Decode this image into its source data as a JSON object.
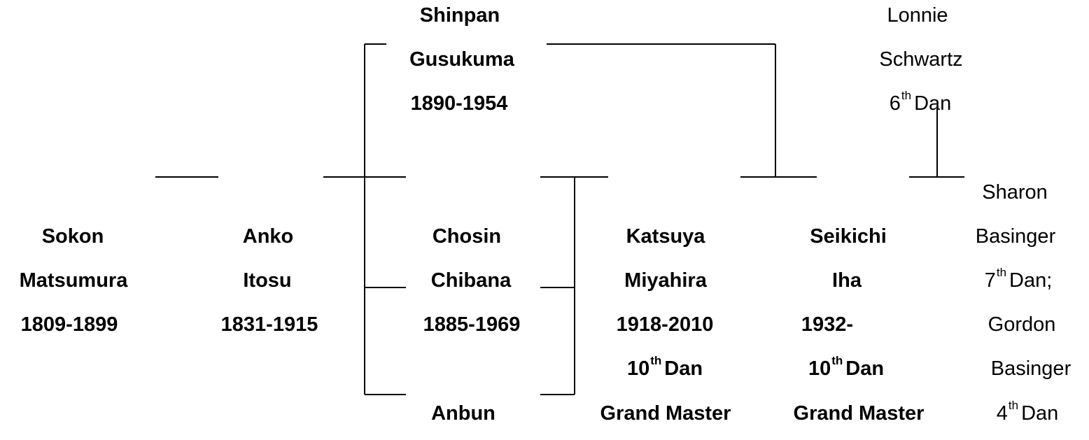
{
  "people": {
    "shinpan": {
      "first": "Shinpan",
      "last": "Gusukuma",
      "years": "1890-1954"
    },
    "sokon": {
      "first": "Sokon",
      "last": "Matsumura",
      "years": "1809-1899"
    },
    "anko": {
      "first": "Anko",
      "last": "Itosu",
      "years": "1831-1915"
    },
    "chosin": {
      "first": "Chosin",
      "last": "Chibana",
      "years": "1885-1969"
    },
    "anbun": {
      "first": "Anbun"
    },
    "katsuya": {
      "first": "Katsuya",
      "last": "Miyahira",
      "years": "1918-2010",
      "rank_num": "10",
      "rank_sup": "th",
      "rank_word": "Dan",
      "title": "Grand Master"
    },
    "seikichi": {
      "first": "Seikichi",
      "last": "Iha",
      "years": "1932-",
      "rank_num": "10",
      "rank_sup": "th",
      "rank_word": "Dan",
      "title": "Grand Master"
    },
    "lonnie": {
      "first": "Lonnie",
      "last": "Schwartz",
      "rank_num": "6",
      "rank_sup": "th",
      "rank_word": "Dan"
    },
    "basinger": {
      "line1": "Sharon",
      "line2": "Basinger",
      "rank1_num": "7",
      "rank1_sup": "th",
      "rank1_word": "Dan;",
      "line4": "Gordon",
      "line5": "Basinger",
      "rank2_num": "4",
      "rank2_sup": "th",
      "rank2_word": "Dan"
    }
  }
}
